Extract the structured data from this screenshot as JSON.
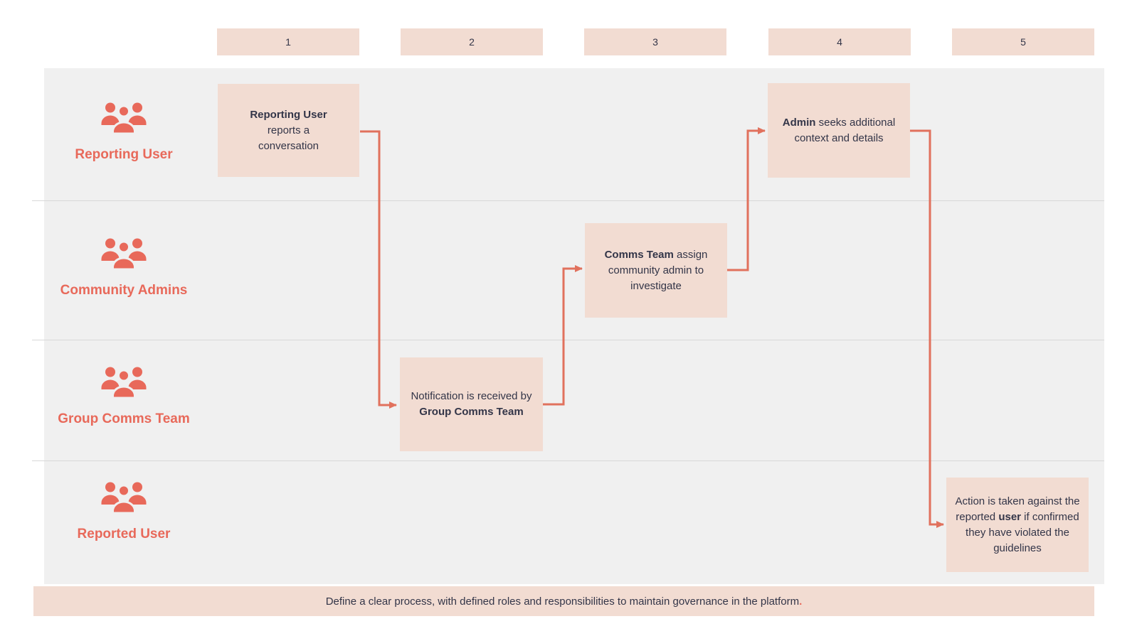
{
  "colors": {
    "coral": "#E8695A",
    "arrow": "#E1715D",
    "boxFill": "#F2DCD2",
    "laneBg": "#F0F0F0",
    "textDark": "#333548",
    "divider": "#D8D8D8"
  },
  "columns": {
    "labels": [
      "1",
      "2",
      "3",
      "4",
      "5"
    ]
  },
  "lanes": [
    {
      "label": "Reporting User",
      "icon": "people-group-icon"
    },
    {
      "label": "Community Admins",
      "icon": "people-group-icon"
    },
    {
      "label": "Group Comms Team",
      "icon": "people-group-icon"
    },
    {
      "label": "Reported User",
      "icon": "people-group-icon"
    }
  ],
  "steps": [
    {
      "column": "1",
      "lane": "Reporting User",
      "segments": [
        {
          "text": "Reporting User",
          "bold": true
        },
        {
          "text": " reports a conversation",
          "bold": false
        }
      ]
    },
    {
      "column": "2",
      "lane": "Group Comms Team",
      "segments": [
        {
          "text": "Notification is received by ",
          "bold": false
        },
        {
          "text": "Group Comms Team",
          "bold": true
        }
      ]
    },
    {
      "column": "3",
      "lane": "Community Admins",
      "segments": [
        {
          "text": "Comms Team",
          "bold": true
        },
        {
          "text": " assign community admin to investigate",
          "bold": false
        }
      ]
    },
    {
      "column": "4",
      "lane": "Reporting User",
      "segments": [
        {
          "text": "Admin",
          "bold": true
        },
        {
          "text": " seeks additional context and details",
          "bold": false
        }
      ]
    },
    {
      "column": "5",
      "lane": "Reported User",
      "segments": [
        {
          "text": "Action is taken against the reported ",
          "bold": false
        },
        {
          "text": "user",
          "bold": true
        },
        {
          "text": " if confirmed they have violated the guidelines",
          "bold": false
        }
      ]
    }
  ],
  "footer": {
    "text": "Define a clear process, with defined roles and responsibilities to maintain governance in the platform",
    "period": "."
  }
}
